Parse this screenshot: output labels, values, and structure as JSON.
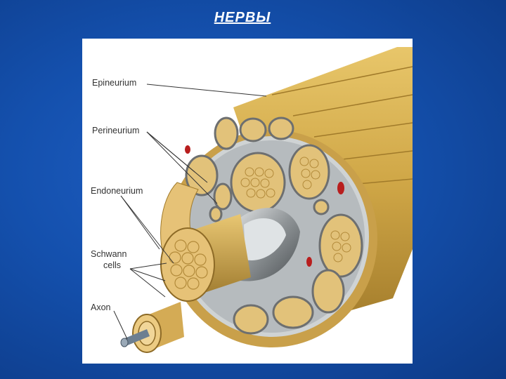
{
  "slide": {
    "title": "НЕРВЫ",
    "background_color": "#1450ad"
  },
  "figure": {
    "labels": {
      "epineurium": "Epineurium",
      "perineurium": "Perineurium",
      "endoneurium": "Endoneurium",
      "schwann_line1": "Schwann",
      "schwann_line2": "cells",
      "axon": "Axon"
    },
    "colors": {
      "fascicle_yellow": "#e2c27a",
      "epineurium_tan": "#d9b35a",
      "perineurium_gray": "#a9aeb0",
      "blood_vessel_red": "#b81e1e"
    }
  }
}
